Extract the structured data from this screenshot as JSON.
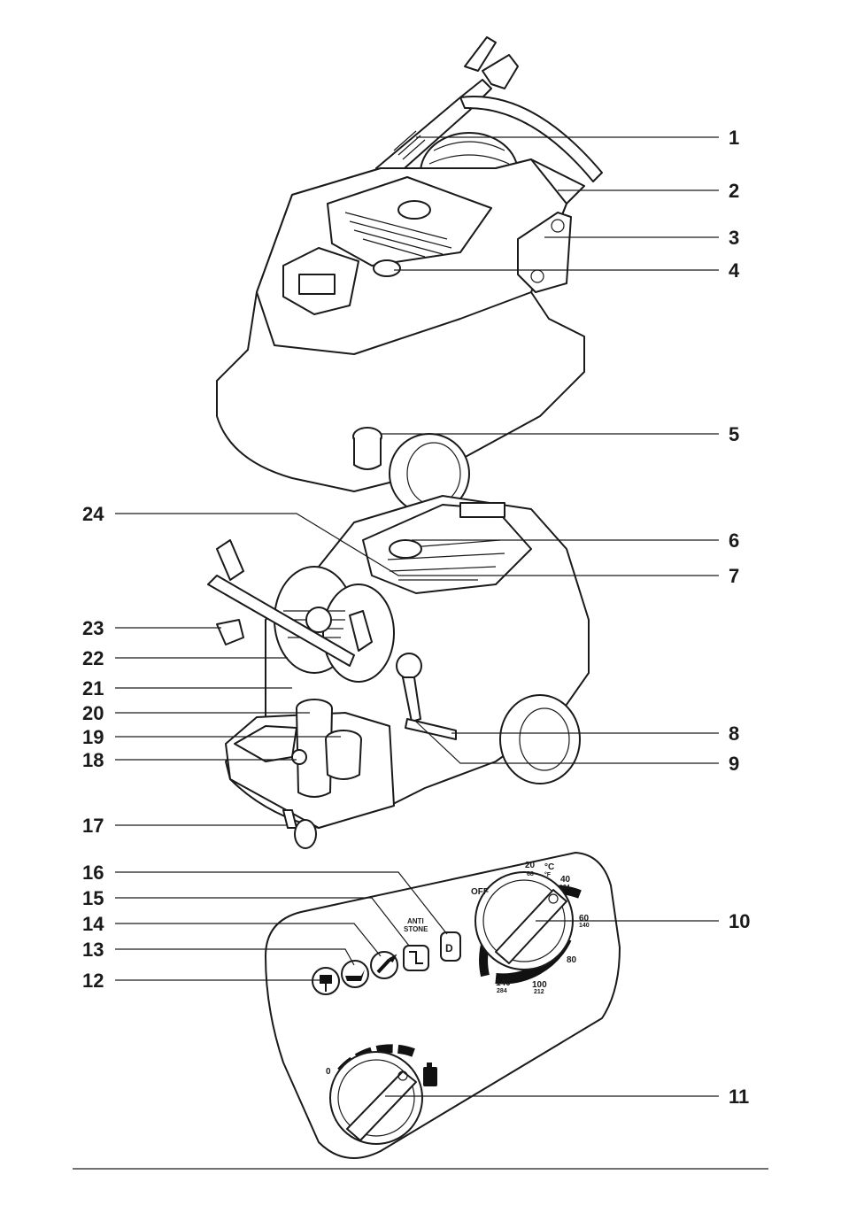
{
  "callouts": {
    "n1": "1",
    "n2": "2",
    "n3": "3",
    "n4": "4",
    "n5": "5",
    "n6": "6",
    "n7": "7",
    "n8": "8",
    "n9": "9",
    "n10": "10",
    "n11": "11",
    "n12": "12",
    "n13": "13",
    "n14": "14",
    "n15": "15",
    "n16": "16",
    "n17": "17",
    "n18": "18",
    "n19": "19",
    "n20": "20",
    "n21": "21",
    "n22": "22",
    "n23": "23",
    "n24": "24"
  },
  "temperature_dial": {
    "off": "OFF",
    "unit_c": "°C",
    "unit_f": "°F",
    "t20c": "20",
    "t20f": "68",
    "t40c": "40",
    "t40f": "104",
    "t60c": "60",
    "t60f": "140",
    "t80c": "80",
    "t100c": "100",
    "t100f": "212",
    "t140c": "140",
    "t140f": "284"
  },
  "detergent_dial": {
    "zero": "0"
  },
  "panel": {
    "anti_line1": "ANTI",
    "anti_line2": "STONE",
    "d_letter": "D"
  }
}
